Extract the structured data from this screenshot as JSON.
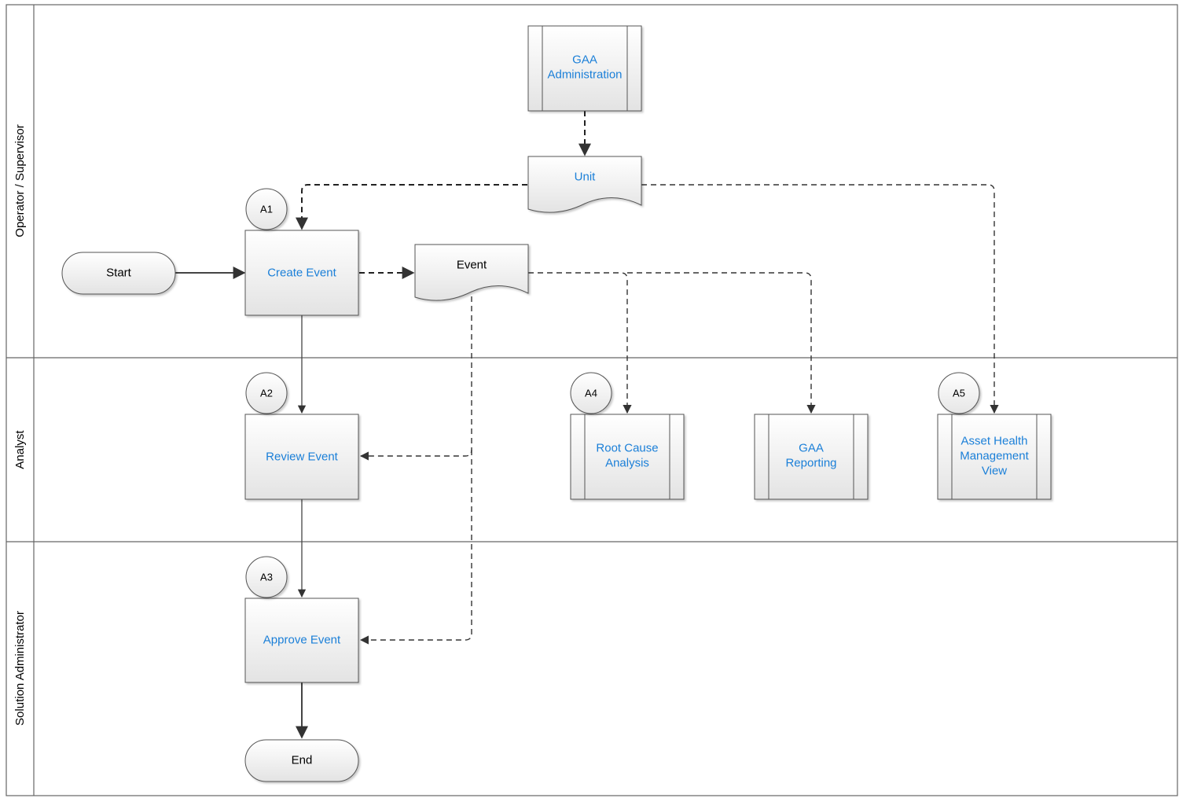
{
  "lanes": {
    "operator": "Operator / Supervisor",
    "analyst": "Analyst",
    "admin": "Solution Administrator"
  },
  "nodes": {
    "start": "Start",
    "end": "End",
    "create_event": "Create Event",
    "review_event": "Review Event",
    "approve_event": "Approve Event",
    "event_doc": "Event",
    "unit_doc": "Unit",
    "gaa_admin": [
      "GAA",
      "Administration"
    ],
    "root_cause": [
      "Root Cause",
      "Analysis"
    ],
    "gaa_reporting": [
      "GAA",
      "Reporting"
    ],
    "asset_health": [
      "Asset Health",
      "Management",
      "View"
    ]
  },
  "markers": {
    "a1": "A1",
    "a2": "A2",
    "a3": "A3",
    "a4": "A4",
    "a5": "A5"
  },
  "colors": {
    "link": "#1a7fd8",
    "shape_fill_top": "#ffffff",
    "shape_fill_bottom": "#e4e4e4",
    "border": "#555555"
  }
}
